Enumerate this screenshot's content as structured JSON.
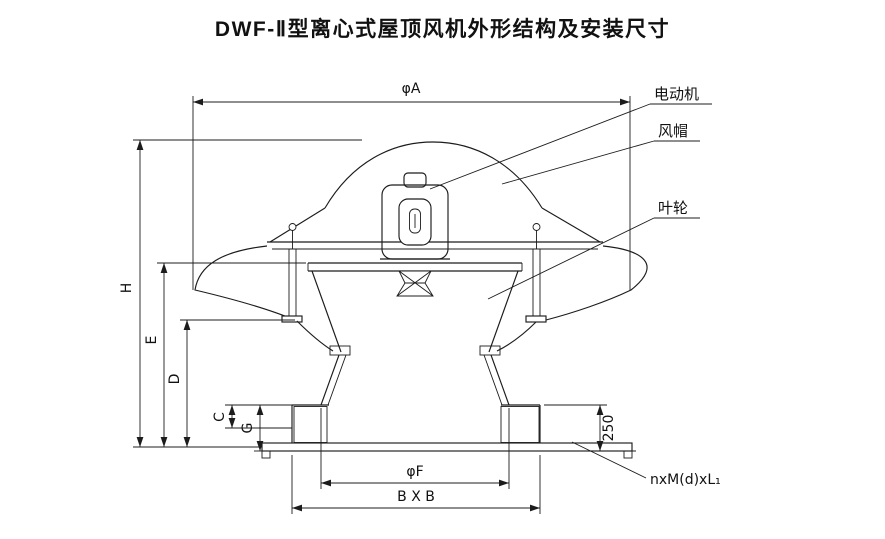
{
  "title": "DWF-Ⅱ型离心式屋顶风机外形结构及安装尺寸",
  "callouts": {
    "motor": "电动机",
    "wind_cap": "风帽",
    "impeller": "叶轮"
  },
  "dimensions": {
    "diameter_a": "φA",
    "h": "H",
    "e": "E",
    "d": "D",
    "c": "C",
    "g": "G",
    "right_height": "250",
    "diameter_f": "φF",
    "base_square": "B X B",
    "bolt_spec": "nxM(d)xL₁"
  },
  "colors": {
    "line": "#1c1c1c",
    "background": "#ffffff"
  }
}
